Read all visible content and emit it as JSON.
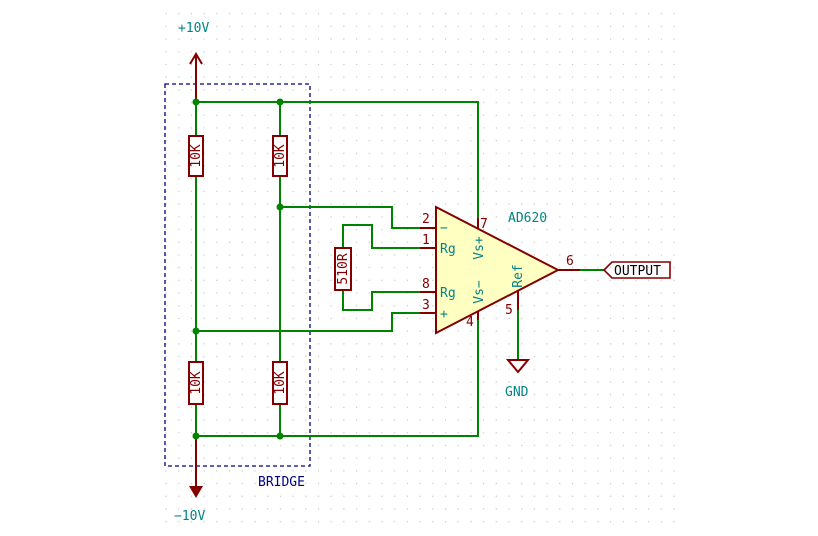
{
  "power": {
    "positive": "+10V",
    "negative": "−10V",
    "ground": "GND"
  },
  "bridge": {
    "label": "BRIDGE",
    "resistors": [
      "10K",
      "10K",
      "10K",
      "10K"
    ]
  },
  "gain_resistor": "510R",
  "amplifier": {
    "name": "AD620",
    "pins": {
      "p2": "2",
      "p1": "1",
      "p8": "8",
      "p3": "3",
      "p7": "7",
      "p4": "4",
      "p5": "5",
      "p6": "6"
    },
    "labels": {
      "minus": "−",
      "plus": "+",
      "rg_top": "Rg",
      "rg_bottom": "Rg",
      "vs_plus": "Vs+",
      "vs_minus": "Vs−",
      "ref": "Ref"
    }
  },
  "output_label": "OUTPUT",
  "colors": {
    "wire": "#008400",
    "part": "#840000",
    "text": "#008484",
    "amp_fill": "#FFFFC2",
    "bridge_box": "#000084",
    "grid": "#C8C8C8"
  }
}
